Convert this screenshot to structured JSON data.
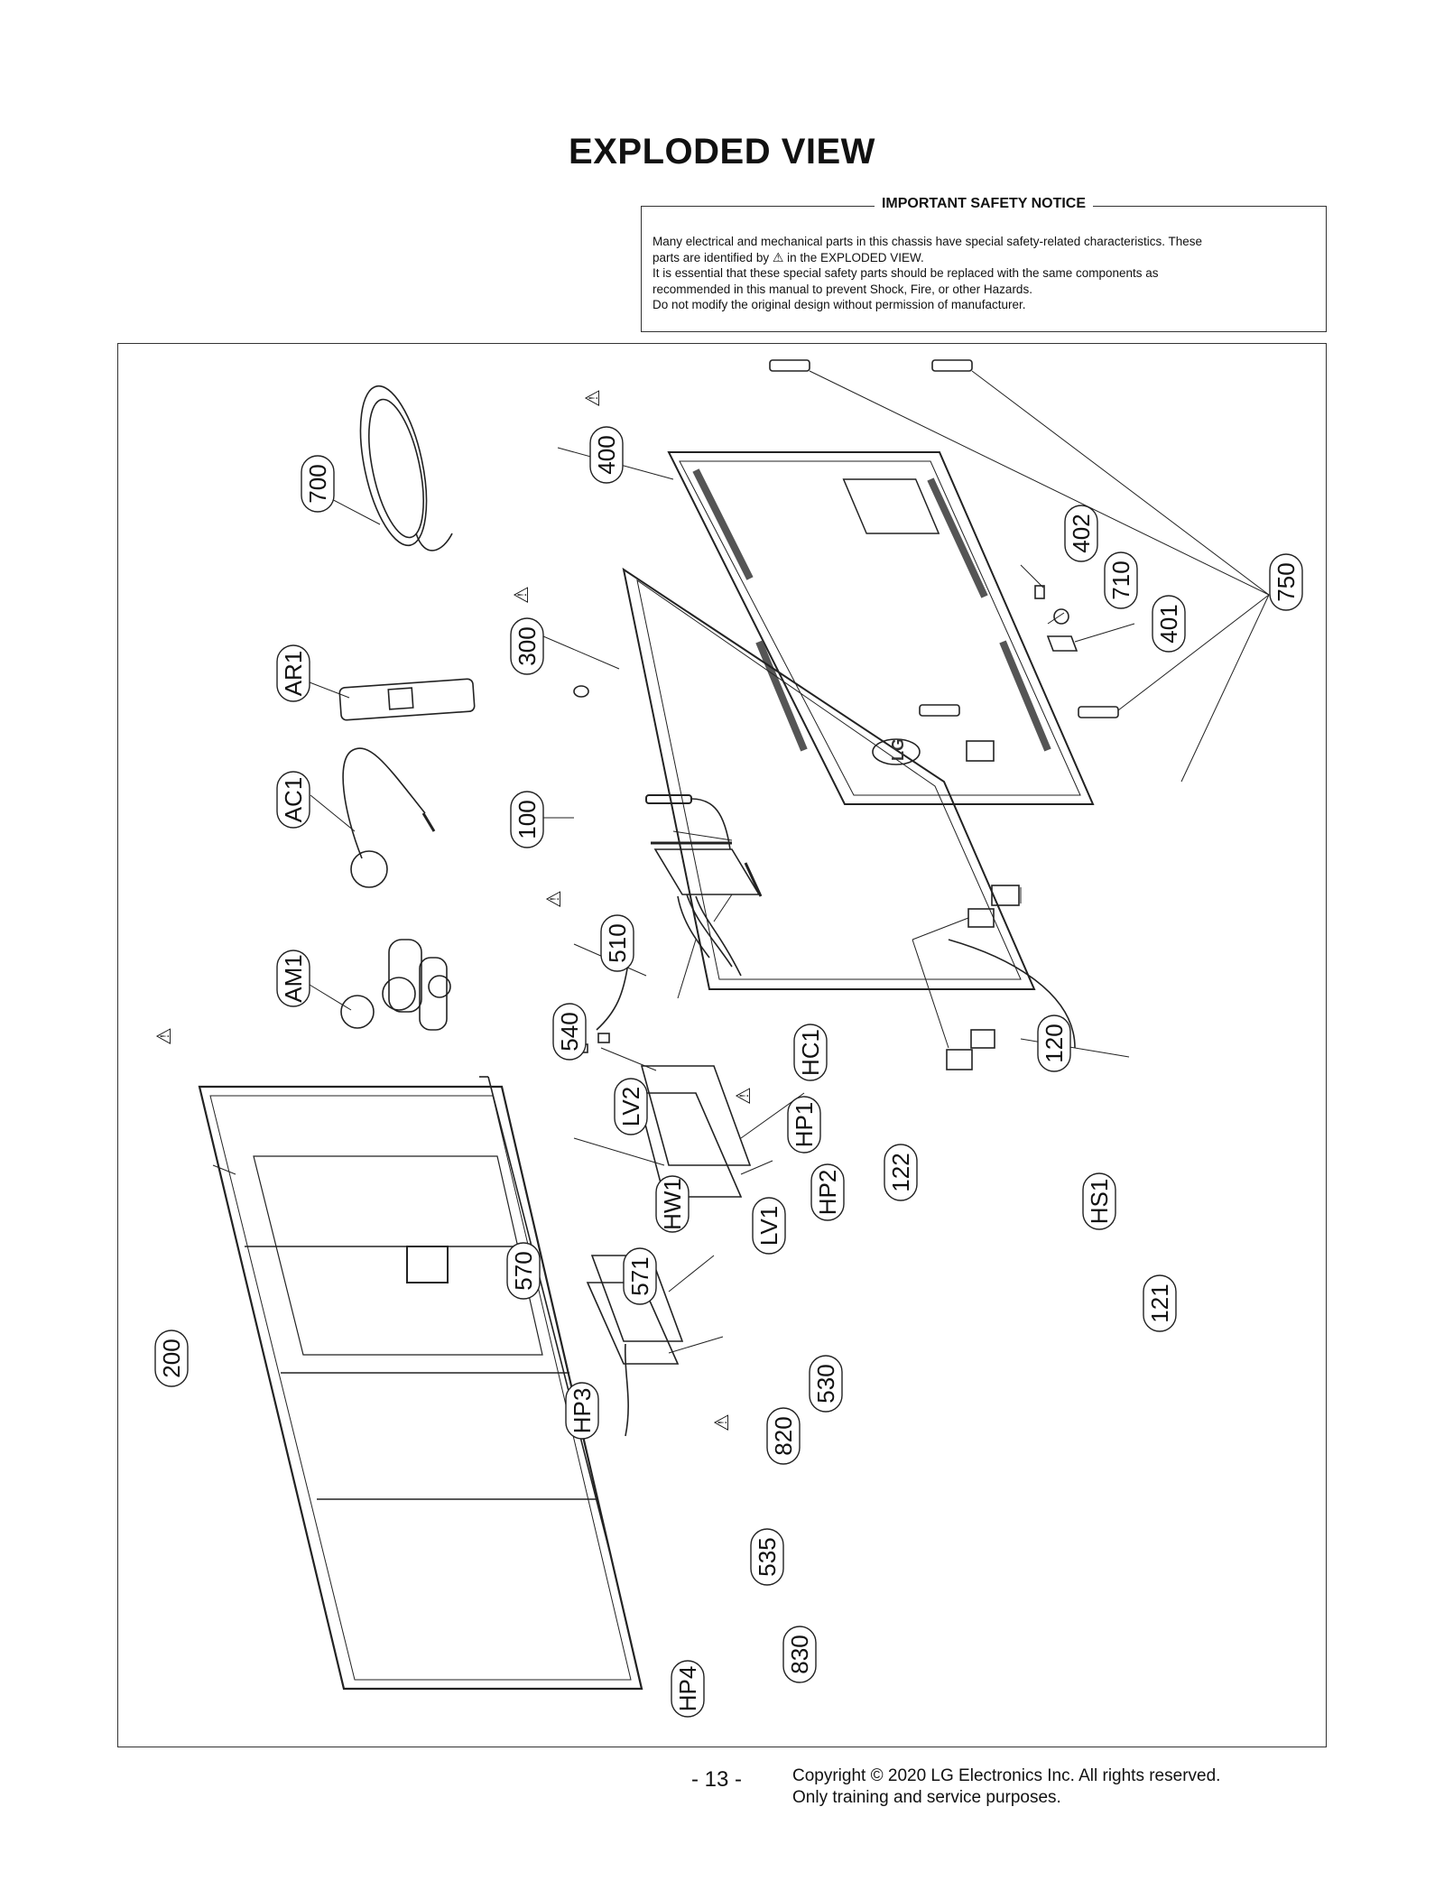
{
  "page": {
    "title": "EXPLODED VIEW",
    "page_number": "- 13 -"
  },
  "notice": {
    "heading": "IMPORTANT SAFETY NOTICE",
    "line1": "Many electrical and mechanical parts in this chassis have special safety-related characteristics. These",
    "line2a": "parts are identified by",
    "line2b": "in the EXPLODED VIEW.",
    "line3": "It is essential that these special safety parts should be replaced with the same components as",
    "line4": "recommended in this manual to prevent Shock, Fire, or other Hazards.",
    "line5": "Do not modify the original design without permission of manufacturer."
  },
  "footer": {
    "copyright": "Copyright © 2020 LG Electronics Inc. All rights reserved.",
    "purpose": "Only training and service purposes."
  },
  "parts": {
    "p700": "700",
    "pAR1": "AR1",
    "pAC1": "AC1",
    "pAM1": "AM1",
    "p400": "400",
    "p300": "300",
    "p100": "100",
    "p510": "510",
    "p540": "540",
    "pHC1": "HC1",
    "pLV2": "LV2",
    "pHP1": "HP1",
    "pHP2": "HP2",
    "pLV1": "LV1",
    "pHW1": "HW1",
    "p570": "570",
    "p571": "571",
    "p402": "402",
    "p710": "710",
    "p401": "401",
    "p750": "750",
    "p120": "120",
    "p122": "122",
    "pHS1": "HS1",
    "p121": "121",
    "p200": "200",
    "pHP3": "HP3",
    "p530": "530",
    "p820": "820",
    "p535": "535",
    "p830": "830",
    "pHP4": "HP4"
  },
  "logo": {
    "brand": "LG"
  }
}
